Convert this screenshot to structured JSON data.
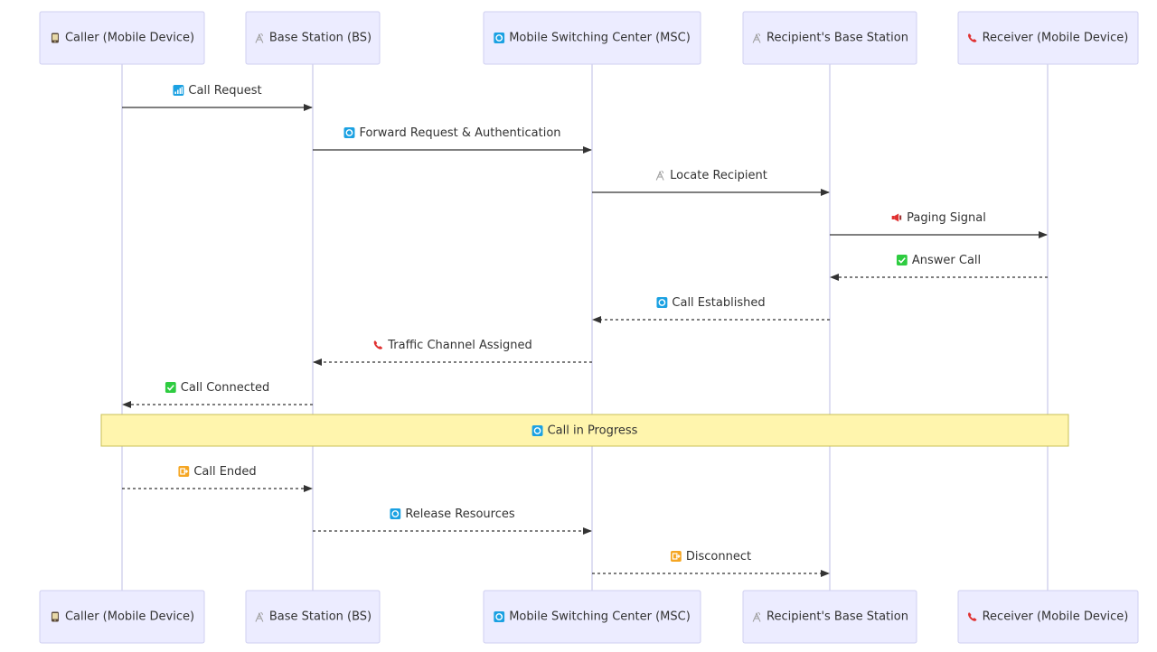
{
  "colors": {
    "actor_fill": "#ececff",
    "actor_border": "#cfcff0",
    "note_fill": "#fff5ad",
    "note_border": "#c9c057",
    "line": "#333333",
    "icon_blue": "#1ba1e2",
    "icon_green": "#2ecc40",
    "icon_orange": "#f5a623",
    "icon_red": "#e03131",
    "icon_grey": "#9e9e9e"
  },
  "participants": [
    {
      "id": "caller",
      "label": "Caller (Mobile Device)",
      "icon": "mobile-phone-icon"
    },
    {
      "id": "bs",
      "label": "Base Station (BS)",
      "icon": "antenna-icon"
    },
    {
      "id": "msc",
      "label": "Mobile Switching Center (MSC)",
      "icon": "repeat-icon"
    },
    {
      "id": "rbs",
      "label": "Recipient's Base Station",
      "icon": "antenna-icon"
    },
    {
      "id": "receiver",
      "label": "Receiver (Mobile Device)",
      "icon": "telephone-receiver-icon"
    }
  ],
  "messages": [
    {
      "from": "caller",
      "to": "bs",
      "label": "Call Request",
      "icon": "signal-bars-icon",
      "style": "solid"
    },
    {
      "from": "bs",
      "to": "msc",
      "label": "Forward Request & Authentication",
      "icon": "repeat-icon",
      "style": "solid"
    },
    {
      "from": "msc",
      "to": "rbs",
      "label": "Locate Recipient",
      "icon": "antenna-icon",
      "style": "solid"
    },
    {
      "from": "rbs",
      "to": "receiver",
      "label": "Paging Signal",
      "icon": "loudspeaker-icon",
      "style": "solid"
    },
    {
      "from": "receiver",
      "to": "rbs",
      "label": "Answer Call",
      "icon": "check-icon",
      "style": "dashed"
    },
    {
      "from": "rbs",
      "to": "msc",
      "label": "Call Established",
      "icon": "repeat-icon",
      "style": "dashed"
    },
    {
      "from": "msc",
      "to": "bs",
      "label": "Traffic Channel Assigned",
      "icon": "telephone-receiver-icon",
      "style": "dashed"
    },
    {
      "from": "bs",
      "to": "caller",
      "label": "Call Connected",
      "icon": "check-icon",
      "style": "dashed"
    },
    {
      "note": true,
      "label": "Call in Progress",
      "icon": "repeat-icon",
      "from": "caller",
      "to": "receiver"
    },
    {
      "from": "caller",
      "to": "bs",
      "label": "Call Ended",
      "icon": "end-icon",
      "style": "dashed"
    },
    {
      "from": "bs",
      "to": "msc",
      "label": "Release Resources",
      "icon": "repeat-icon",
      "style": "dashed"
    },
    {
      "from": "msc",
      "to": "rbs",
      "label": "Disconnect",
      "icon": "end-icon",
      "style": "dashed"
    }
  ]
}
